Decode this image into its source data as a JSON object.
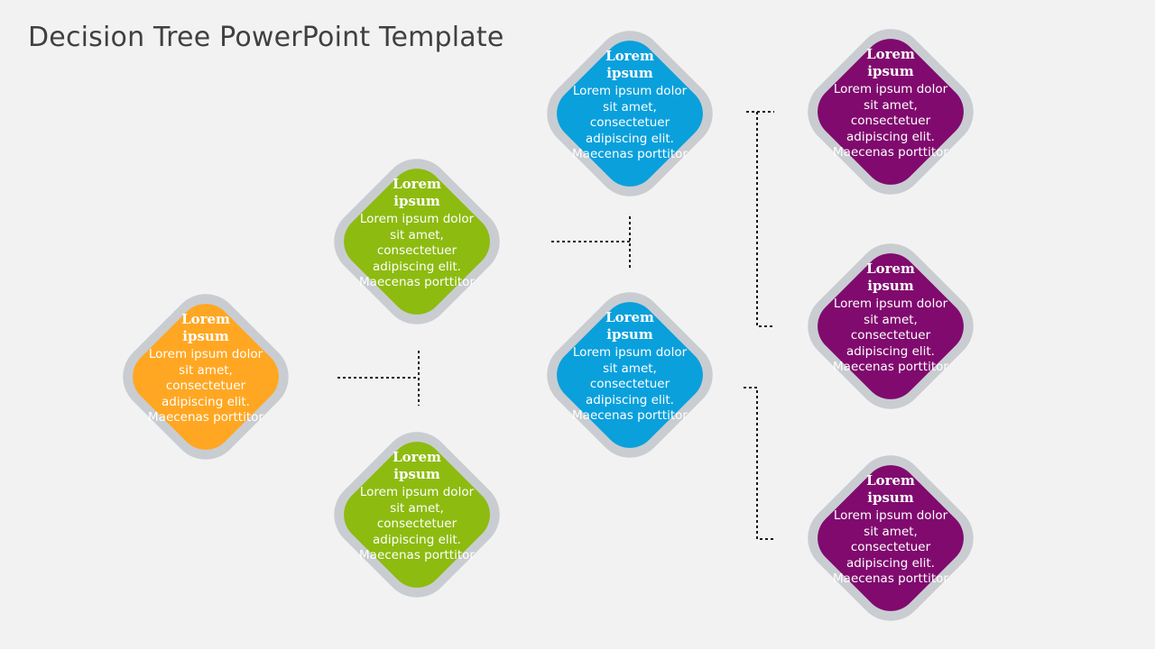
{
  "title": "Decision Tree PowerPoint Template",
  "colors": {
    "orange": "#ffa722",
    "green": "#8dbb10",
    "blue": "#0aa0dc",
    "purple": "#800a6e",
    "frame": "#c9cdd1"
  },
  "nodes": [
    {
      "id": "root",
      "heading": "Lorem ipsum",
      "body": "Lorem ipsum dolor sit amet, consectetuer adipiscing elit. Maecenas porttitor",
      "color": "orange"
    },
    {
      "id": "level1-top",
      "heading": "Lorem ipsum",
      "body": "Lorem ipsum dolor sit amet, consectetuer adipiscing elit. Maecenas porttitor",
      "color": "green"
    },
    {
      "id": "level1-bottom",
      "heading": "Lorem ipsum",
      "body": "Lorem ipsum dolor sit amet, consectetuer adipiscing elit. Maecenas porttitor",
      "color": "green"
    },
    {
      "id": "level2-top",
      "heading": "Lorem ipsum",
      "body": "Lorem ipsum dolor sit amet, consectetuer adipiscing elit. Maecenas porttitor",
      "color": "blue"
    },
    {
      "id": "level2-bottom",
      "heading": "Lorem ipsum",
      "body": "Lorem ipsum dolor sit amet, consectetuer adipiscing elit. Maecenas porttitor",
      "color": "blue"
    },
    {
      "id": "level3-top",
      "heading": "Lorem ipsum",
      "body": "Lorem ipsum dolor sit amet, consectetuer adipiscing elit. Maecenas porttitor",
      "color": "purple"
    },
    {
      "id": "level3-middle",
      "heading": "Lorem ipsum",
      "body": "Lorem ipsum dolor sit amet, consectetuer adipiscing elit. Maecenas porttitor",
      "color": "purple"
    },
    {
      "id": "level3-bottom",
      "heading": "Lorem ipsum",
      "body": "Lorem ipsum dolor sit amet, consectetuer adipiscing elit. Maecenas porttitor",
      "color": "purple"
    }
  ]
}
